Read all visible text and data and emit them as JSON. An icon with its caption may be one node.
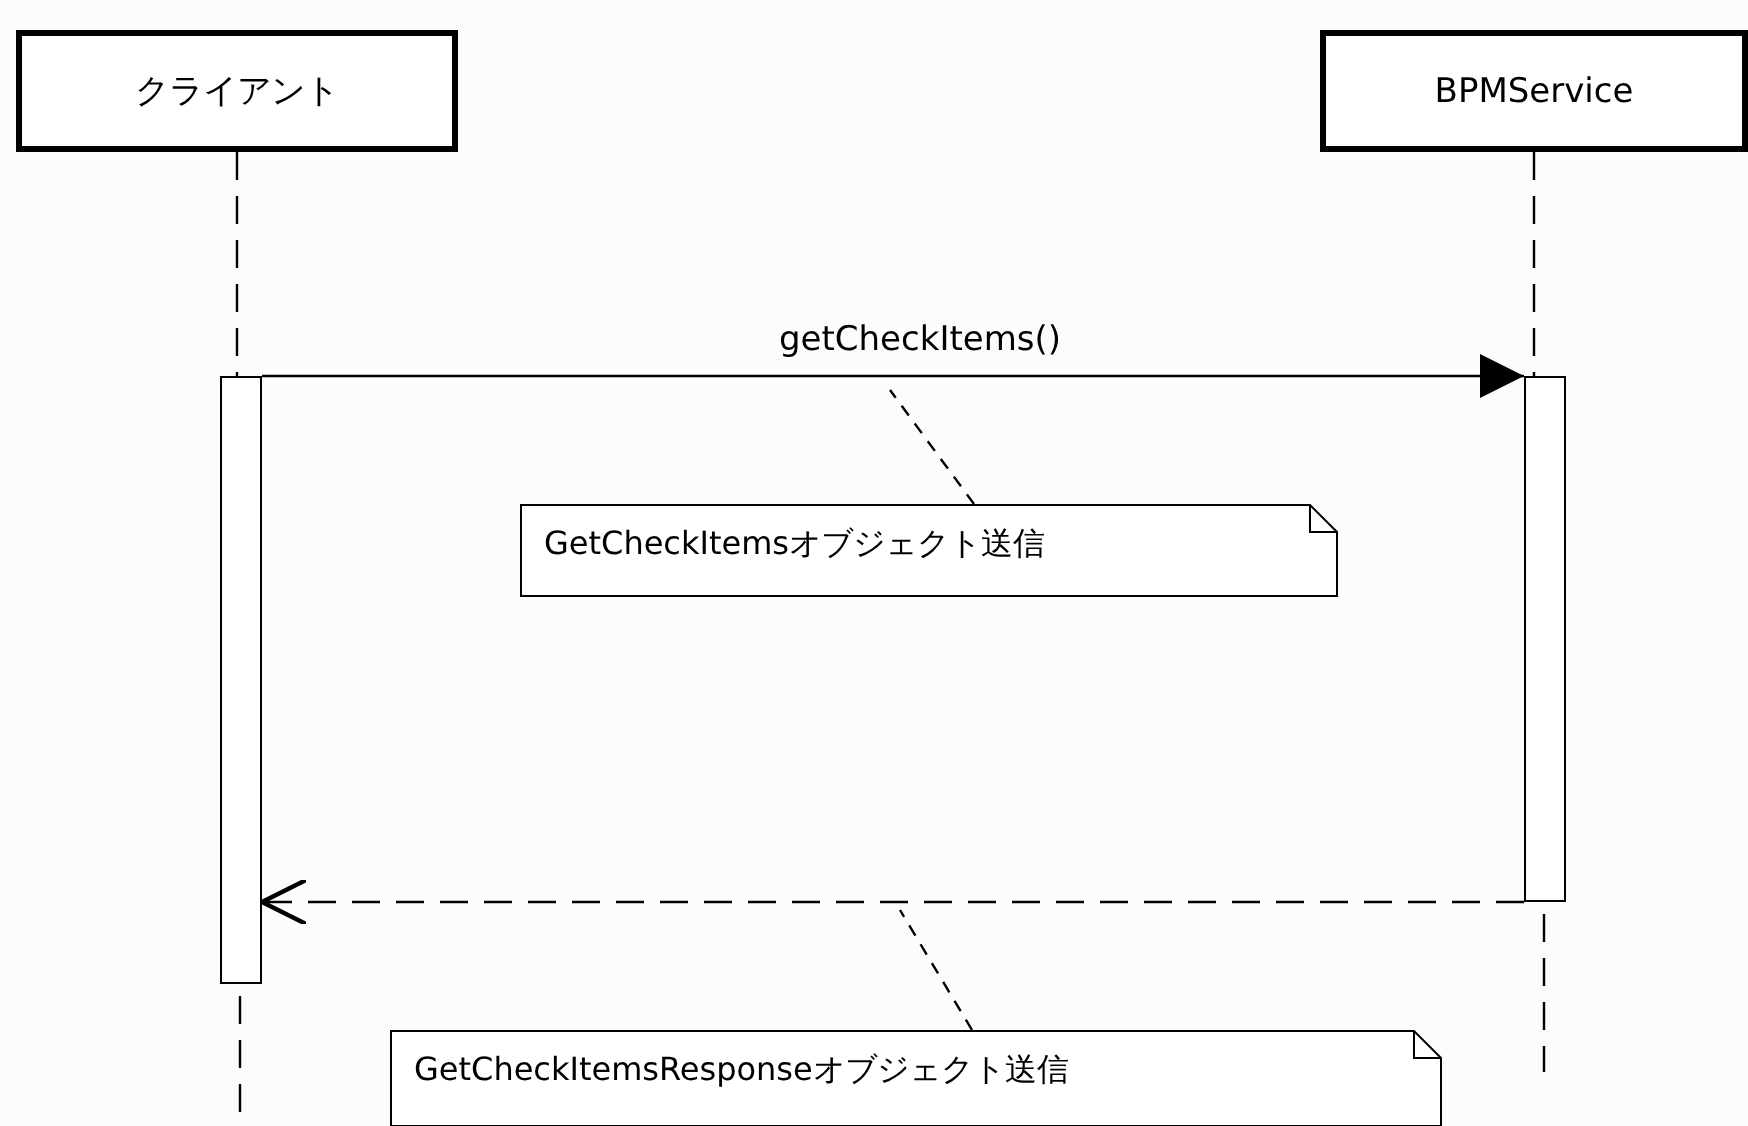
{
  "diagram": {
    "nodes": [
      {
        "text": [
          "クライアント"
        ]
      },
      {
        "text": [
          "BPMService"
        ]
      },
      {
        "text": [],
        "shape": "bar"
      },
      {
        "text": [],
        "shape": "bar"
      },
      {
        "text": [
          "GetCheckItemsオブジェクト送信"
        ]
      },
      {
        "text": [
          "GetCheckItemsResponseオブジェクト送信"
        ]
      }
    ],
    "edges": [
      {
        "from": 0,
        "to": 2,
        "arrow": "none",
        "style": "dashed"
      },
      {
        "from": 1,
        "to": 3,
        "arrow": "none",
        "style": "dashed"
      },
      {
        "from": 2,
        "to": 3,
        "arrow": "to",
        "label": "getCheckItems()"
      },
      {
        "from": 3,
        "to": 2,
        "arrow": "to",
        "style": "dashed"
      },
      {
        "from": 4,
        "to": null,
        "arrow": "none",
        "style": "dashed"
      },
      {
        "from": 5,
        "to": null,
        "arrow": "none",
        "style": "dashed"
      }
    ]
  }
}
